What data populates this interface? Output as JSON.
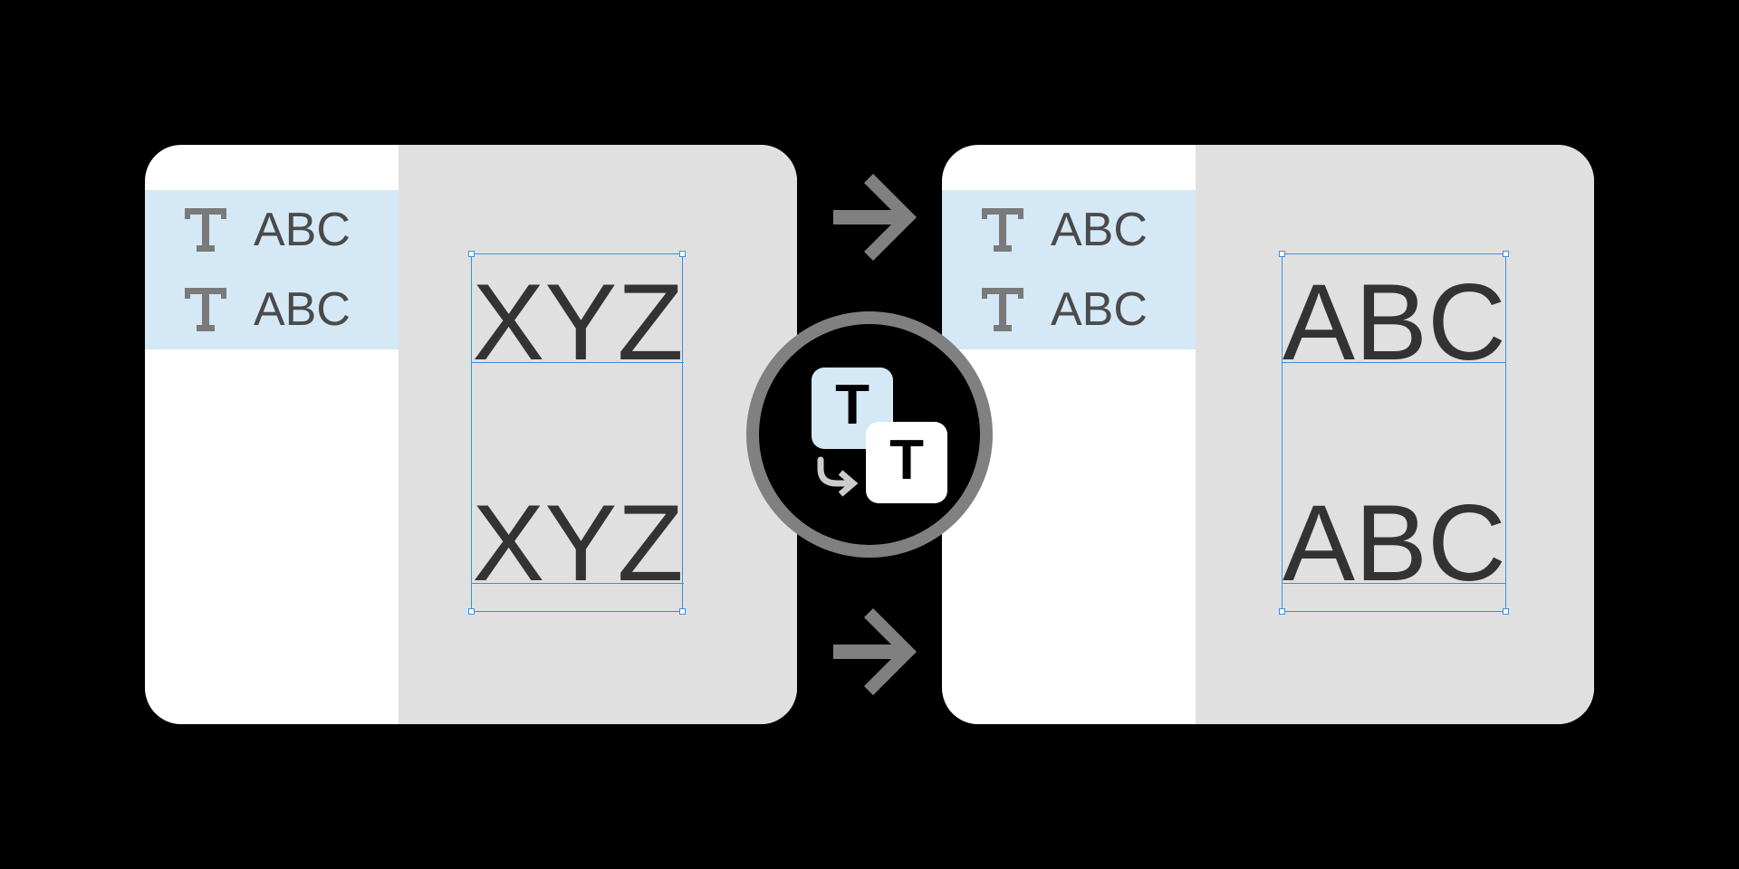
{
  "left_panel": {
    "layers": [
      {
        "icon": "text-tool-icon",
        "label": "ABC"
      },
      {
        "icon": "text-tool-icon",
        "label": "ABC"
      }
    ],
    "canvas_texts": [
      "XYZ",
      "XYZ"
    ]
  },
  "right_panel": {
    "layers": [
      {
        "icon": "text-tool-icon",
        "label": "ABC"
      },
      {
        "icon": "text-tool-icon",
        "label": "ABC"
      }
    ],
    "canvas_texts": [
      "ABC",
      "ABC"
    ]
  },
  "badge": {
    "icon": "swap-text-icon",
    "back_glyph": "T",
    "front_glyph": "T"
  },
  "arrows": [
    "arrow-right-icon",
    "arrow-right-icon"
  ],
  "colors": {
    "background": "#000000",
    "panel": "#ffffff",
    "canvas": "#e0e0e0",
    "layers_highlight": "#d4e8f5",
    "selection": "#3d8fe0",
    "accent_gray": "#808080",
    "text_dark": "#333333"
  }
}
